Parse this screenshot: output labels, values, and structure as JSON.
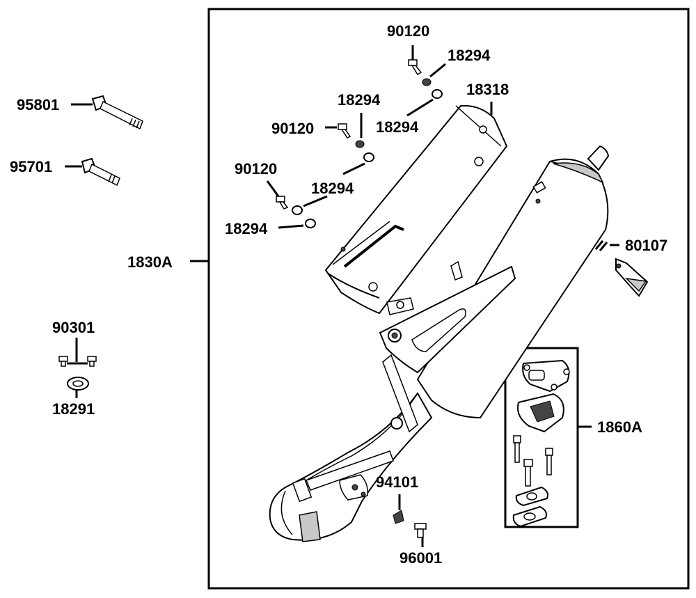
{
  "labels": {
    "l95801": "95801",
    "l95701": "95701",
    "l90301": "90301",
    "l18291": "18291",
    "l1830A": "1830A",
    "l90120a": "90120",
    "l18294a": "18294",
    "l18318": "18318",
    "l18294b": "18294",
    "l90120b": "90120",
    "l18294c": "18294",
    "l90120c": "90120",
    "l18294d": "18294",
    "l18294e": "18294",
    "l80107": "80107",
    "l1860A": "1860A",
    "l94101": "94101",
    "l96001": "96001"
  }
}
